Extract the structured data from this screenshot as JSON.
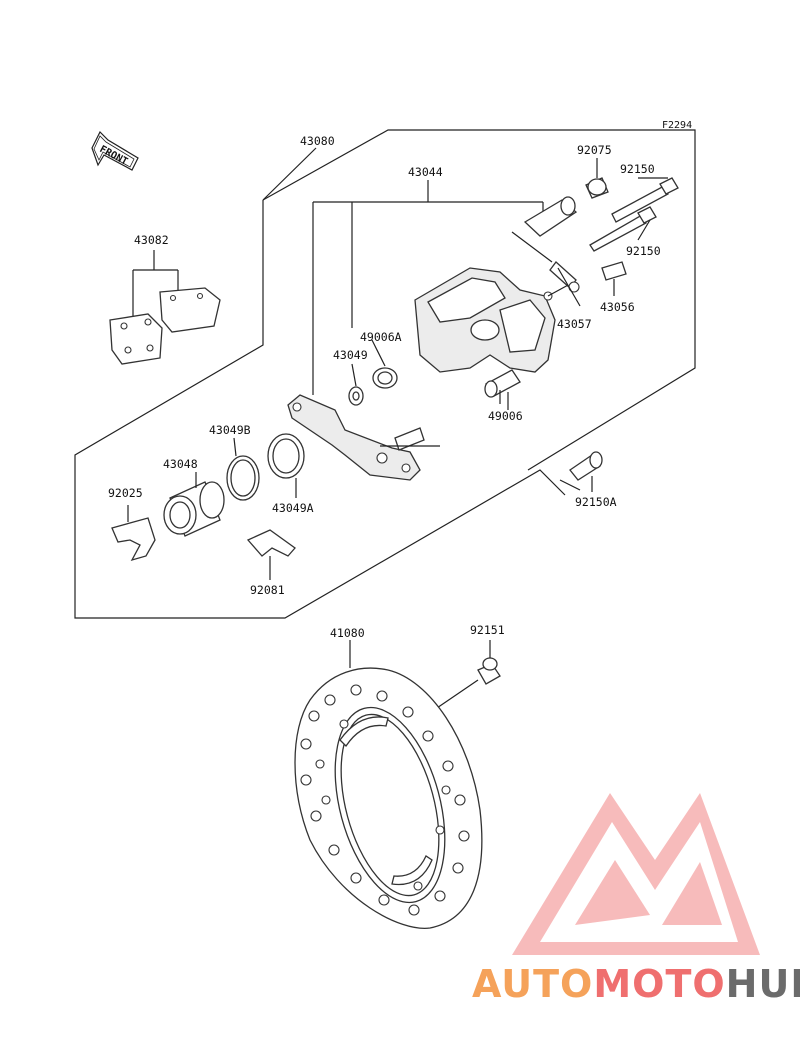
{
  "figure_code": "F2294",
  "front_label": "FRONT",
  "parts": {
    "p43080": "43080",
    "p43044": "43044",
    "p92075": "92075",
    "p92150_top": "92150",
    "p92150_mid": "92150",
    "p43082": "43082",
    "p43056": "43056",
    "p43057": "43057",
    "p49006A": "49006A",
    "p43049": "43049",
    "p49006": "49006",
    "p43049B": "43049B",
    "p43048": "43048",
    "p92025": "92025",
    "p43049A": "43049A",
    "p92150A": "92150A",
    "p92081": "92081",
    "p41080": "41080",
    "p92151": "92151"
  },
  "watermark": {
    "part1": "AUTO",
    "part2": "MOTO",
    "part3": "HUB",
    "color_orange": "#f5a25a",
    "color_red": "#ef6f6f",
    "color_gray": "#6b6b6b",
    "logo_color": "#f29a9a"
  }
}
